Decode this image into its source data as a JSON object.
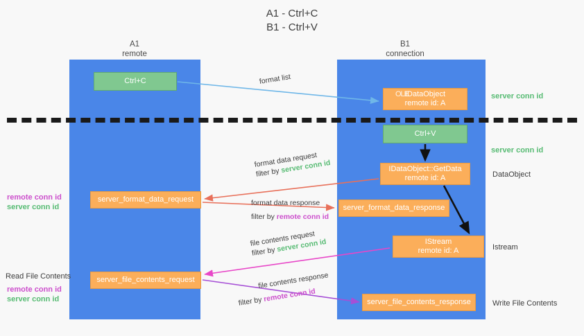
{
  "title": {
    "line1": "A1 - Ctrl+C",
    "line2": "B1 - Ctrl+V"
  },
  "lanes": [
    {
      "name": "A1",
      "sub": "remote",
      "color": "#4a86e8"
    },
    {
      "name": "B1",
      "sub": "connection",
      "color": "#4a86e8"
    }
  ],
  "colors": {
    "lane": "#4a86e8",
    "green_box": "#80c890",
    "orange_box": "#fbae5a",
    "server_conn_id": "#57bb73",
    "remote_conn_id": "#cc4fcc",
    "format_list_arrow": "#6fb7e8",
    "format_data_arrow": "#e8705a",
    "file_contents_request_arrow": "#e847c8",
    "file_contents_response_arrow": "#a64fd6",
    "divider": "#1a1a1a",
    "background": "#f8f8f8"
  },
  "nodes": {
    "ctrl_c": {
      "label": "Ctrl+C"
    },
    "ole_dataobject": {
      "label_overlap": "OLE",
      "label": "IDataObject",
      "sub": "remote id: A"
    },
    "ctrl_v": {
      "label": "Ctrl+V"
    },
    "getdata": {
      "label": "IDataObject::GetData",
      "sub": "remote id: A"
    },
    "format_data_request": {
      "label": "server_format_data_request"
    },
    "format_data_response": {
      "label": "server_format_data_response"
    },
    "istream": {
      "label": "IStream",
      "sub": "remote id: A"
    },
    "file_contents_request": {
      "label": "server_file_contents_request"
    },
    "file_contents_response": {
      "label": "server_file_contents_response"
    }
  },
  "edges": {
    "format_list": {
      "line1": "format list",
      "line2": ""
    },
    "format_data_request": {
      "line1": "format data request",
      "filter_prefix": "filter by ",
      "filter_value": "server conn id"
    },
    "format_data_response": {
      "line1": "format data response",
      "filter_prefix": "filter by ",
      "filter_value": "remote conn id"
    },
    "file_contents_request": {
      "line1": "file contents request",
      "filter_prefix": "filter by ",
      "filter_value": "server conn id"
    },
    "file_contents_response": {
      "line1": "file contents response",
      "filter_prefix": "filter by ",
      "filter_value": "remote conn id"
    }
  },
  "right_notes": {
    "server_conn_id_1": "server conn id",
    "server_conn_id_2": "server conn id",
    "dataobject": "DataObject",
    "istream": "Istream",
    "write_file_contents": "Write File Contents"
  },
  "left_notes": {
    "ids_top_remote": "remote conn id",
    "ids_top_server": "server conn id",
    "read_file_contents": "Read File Contents",
    "ids_bottom_remote": "remote conn id",
    "ids_bottom_server": "server conn id"
  }
}
